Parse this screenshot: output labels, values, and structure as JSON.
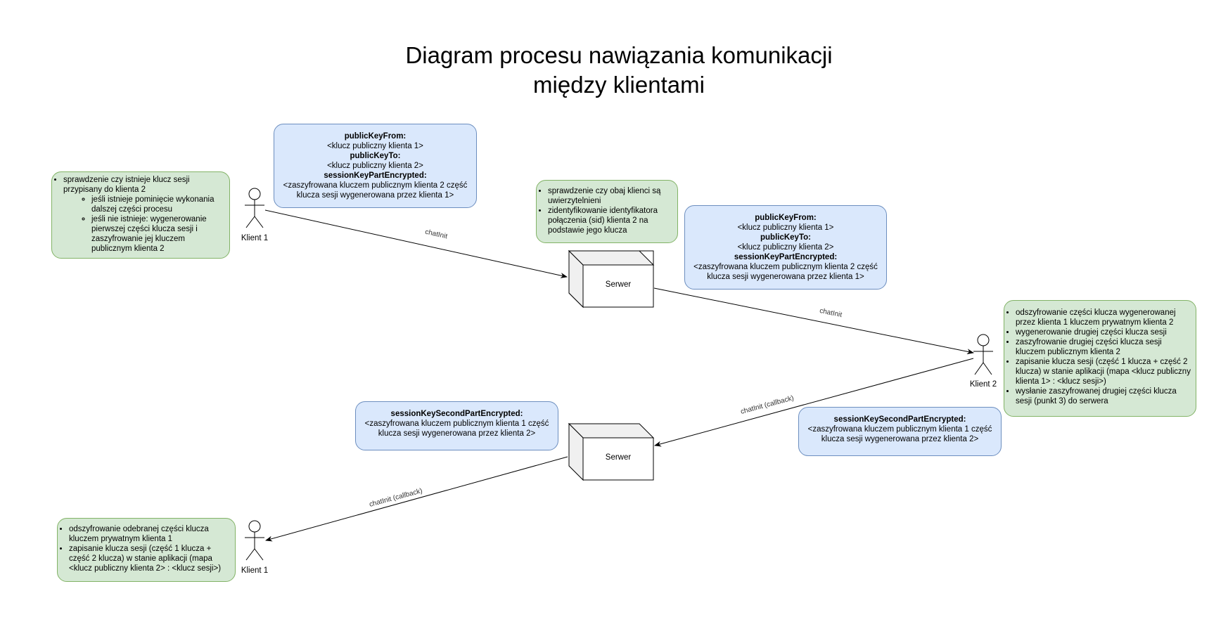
{
  "title": {
    "line1": "Diagram procesu nawiązania komunikacji",
    "line2": "między klientami"
  },
  "actors": {
    "client1_top": "Klient 1",
    "client2": "Klient 2",
    "client1_bottom": "Klient 1"
  },
  "servers": {
    "server_top": "Serwer",
    "server_bottom": "Serwer"
  },
  "edges": {
    "e1": "chatInit",
    "e2": "chatInit",
    "e3": "chatInit (callback)",
    "e4": "chatInit (callback)"
  },
  "payload1": {
    "k1": "publicKeyFrom:",
    "v1": "<klucz publiczny klienta 1>",
    "k2": "publicKeyTo:",
    "v2": "<klucz publiczny klienta 2>",
    "k3": "sessionKeyPartEncrypted:",
    "v3": "<zaszyfrowana kluczem publicznym klienta 2 część klucza sesji wygenerowana przez klienta 1>"
  },
  "payload2": {
    "k1": "publicKeyFrom:",
    "v1": "<klucz publiczny klienta 1>",
    "k2": "publicKeyTo:",
    "v2": "<klucz publiczny klienta 2>",
    "k3": "sessionKeyPartEncrypted:",
    "v3": "<zaszyfrowana kluczem publicznym klienta 2 część klucza sesji wygenerowana przez klienta 1>"
  },
  "payload3": {
    "k1": "sessionKeySecondPartEncrypted:",
    "v1": "<zaszyfrowana kluczem publicznym klienta 1 część klucza sesji wygenerowana przez klienta 2>"
  },
  "payload4": {
    "k1": "sessionKeySecondPartEncrypted:",
    "v1": "<zaszyfrowana kluczem publicznym klienta 1 część klucza sesji wygenerowana przez klienta 2>"
  },
  "note_client1": {
    "i1": "sprawdzenie czy istnieje klucz sesji przypisany do klienta 2",
    "s1": "jeśli istnieje pominięcie wykonania dalszej części procesu",
    "s2": "jeśli nie istnieje: wygenerowanie pierwszej części klucza sesji i zaszyfrowanie jej kluczem publicznym klienta 2"
  },
  "note_server": {
    "i1": "sprawdzenie czy obaj klienci są uwierzytelnieni",
    "i2": "zidentyfikowanie identyfikatora połączenia (sid) klienta 2 na podstawie jego klucza"
  },
  "note_client2": {
    "i1": "odszyfrowanie części klucza wygenerowanej przez klienta 1 kluczem prywatnym klienta 2",
    "i2": "wygenerowanie drugiej części klucza sesji",
    "i3": "zaszyfrowanie drugiej części klucza sesji kluczem publicznym klienta 2",
    "i4": "zapisanie klucza sesji (część 1 klucza + część 2 klucza) w stanie aplikacji (mapa <klucz publiczny klienta 1> : <klucz sesji>)",
    "i5": "wysłanie zaszyfrowanej drugiej części klucza sesji (punkt 3) do serwera"
  },
  "note_client1_bottom": {
    "i1": "odszyfrowanie odebranej części klucza kluczem prywatnym klienta 1",
    "i2": "zapisanie klucza sesji (część 1 klucza + część 2 klucza) w stanie aplikacji (mapa <klucz publiczny klienta 2> : <klucz sesji>)"
  },
  "colors": {
    "green_fill": "#d5e8d4",
    "green_stroke": "#82b366",
    "blue_fill": "#dae8fc",
    "blue_stroke": "#6c8ebf"
  }
}
